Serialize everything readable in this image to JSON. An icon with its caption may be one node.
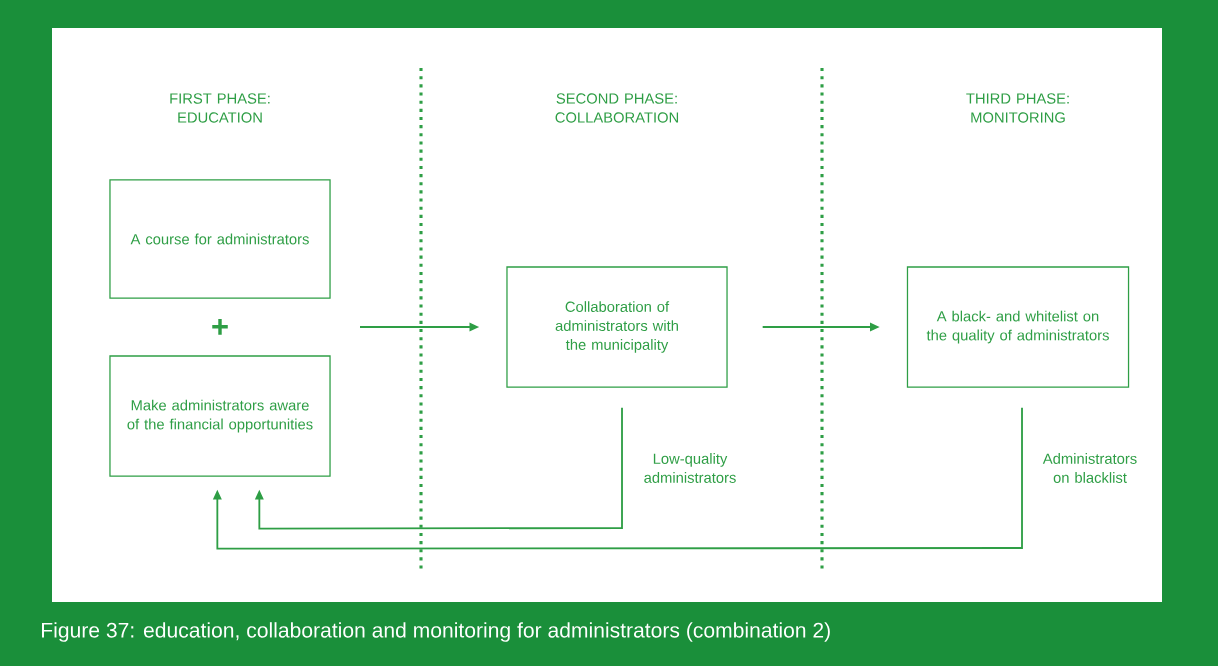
{
  "diagram": {
    "caption": "Figure 37: education, collaboration and monitoring for administrators (combination 2)",
    "nodes": [
      {
        "text": [
          "A course for administrators"
        ]
      },
      {
        "text": [
          "Make administrators aware of the financial opportunities"
        ]
      },
      {
        "text": [
          "Collaboration of administrators with the municipality"
        ]
      },
      {
        "text": [
          "A black- and whitelist on the quality of administrators"
        ]
      }
    ],
    "edges": [
      {
        "from": null,
        "to": 2,
        "arrow": "to"
      },
      {
        "from": 2,
        "to": 3,
        "arrow": "to"
      },
      {
        "from": 2,
        "to": 1,
        "arrow": "to",
        "label": "Low-quality administrators"
      },
      {
        "from": 3,
        "to": 1,
        "arrow": "to",
        "label": "Administrators on blacklist"
      }
    ],
    "labels": [
      "FIRST PHASE: EDUCATION",
      "SECOND PHASE: COLLABORATION",
      "THIRD PHASE: MONITORING",
      "+"
    ]
  }
}
